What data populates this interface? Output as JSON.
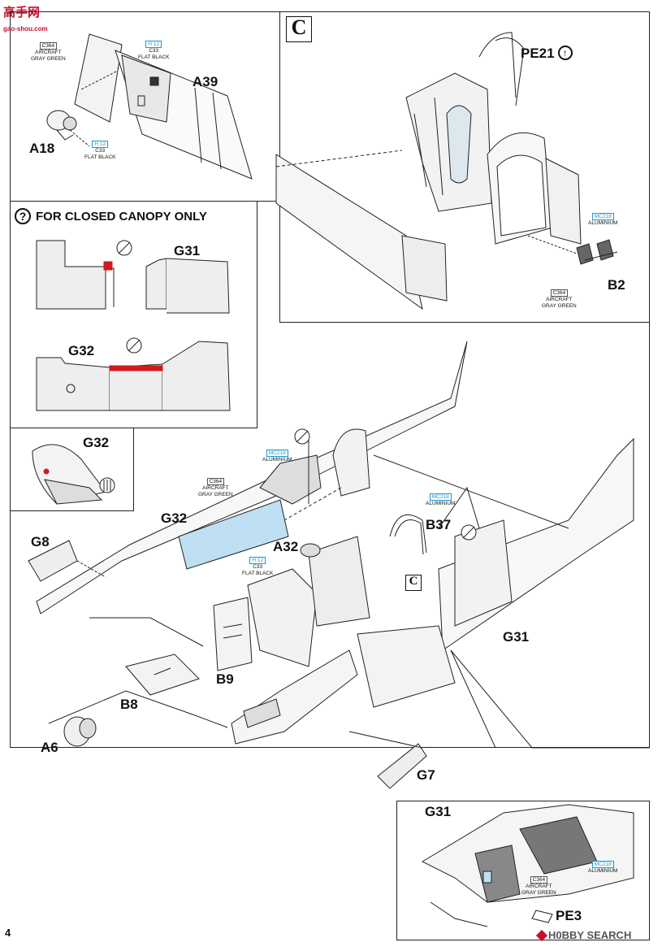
{
  "watermark_top": {
    "cn": "高手网",
    "url": "gao-shou.com"
  },
  "watermark_bottom": {
    "text": "H0BBY SEARCH"
  },
  "page_number": "4",
  "closed_canopy_title": "FOR CLOSED CANOPY ONLY",
  "step_letters": [
    "C",
    "C"
  ],
  "parts": {
    "A39": "A39",
    "A18": "A18",
    "PE21": "PE21",
    "B2": "B2",
    "G31_top": "G31",
    "G32_top": "G32",
    "G32_detail": "G32",
    "G32_main": "G32",
    "G8": "G8",
    "A32": "A32",
    "B37": "B37",
    "G31_main": "G31",
    "B9": "B9",
    "B8": "B8",
    "A6": "A6",
    "G7": "G7",
    "G31_bottom": "G31",
    "PE3": "PE3"
  },
  "callouts": {
    "c364_a39": {
      "code": "C364",
      "l1": "AIRCRAFT",
      "l2": "GRAY GREEN"
    },
    "h12_a39": {
      "code": "H 12",
      "code2": "C33",
      "l1": "FLAT BLACK"
    },
    "h12_a18": {
      "code": "H 12",
      "code2": "C33",
      "l1": "FLAT BLACK"
    },
    "mc218_b2": {
      "code": "MC218",
      "l1": "ALUMINIUM"
    },
    "c364_b2": {
      "code": "C364",
      "l1": "AIRCRAFT",
      "l2": "GRAY GREEN"
    },
    "mc218_main": {
      "code": "MC218",
      "l1": "ALUMINIUM"
    },
    "c364_main": {
      "code": "C364",
      "l1": "AIRCRAFT",
      "l2": "GRAY GREEN"
    },
    "mc218_b37": {
      "code": "MC218",
      "l1": "ALUMINIUM"
    },
    "h12_main": {
      "code": "H 12",
      "code2": "C33",
      "l1": "FLAT BLACK"
    },
    "mc218_bottom": {
      "code": "MC218",
      "l1": "ALUMINIUM"
    },
    "c364_bottom": {
      "code": "C364",
      "l1": "AIRCRAFT",
      "l2": "GRAY GREEN"
    }
  },
  "colors": {
    "line": "#222222",
    "highlight_red": "#d11a1a",
    "light_blue": "#bfe0f2",
    "gray_fill": "#d9d9d9",
    "hobby_red": "#c8102e"
  }
}
